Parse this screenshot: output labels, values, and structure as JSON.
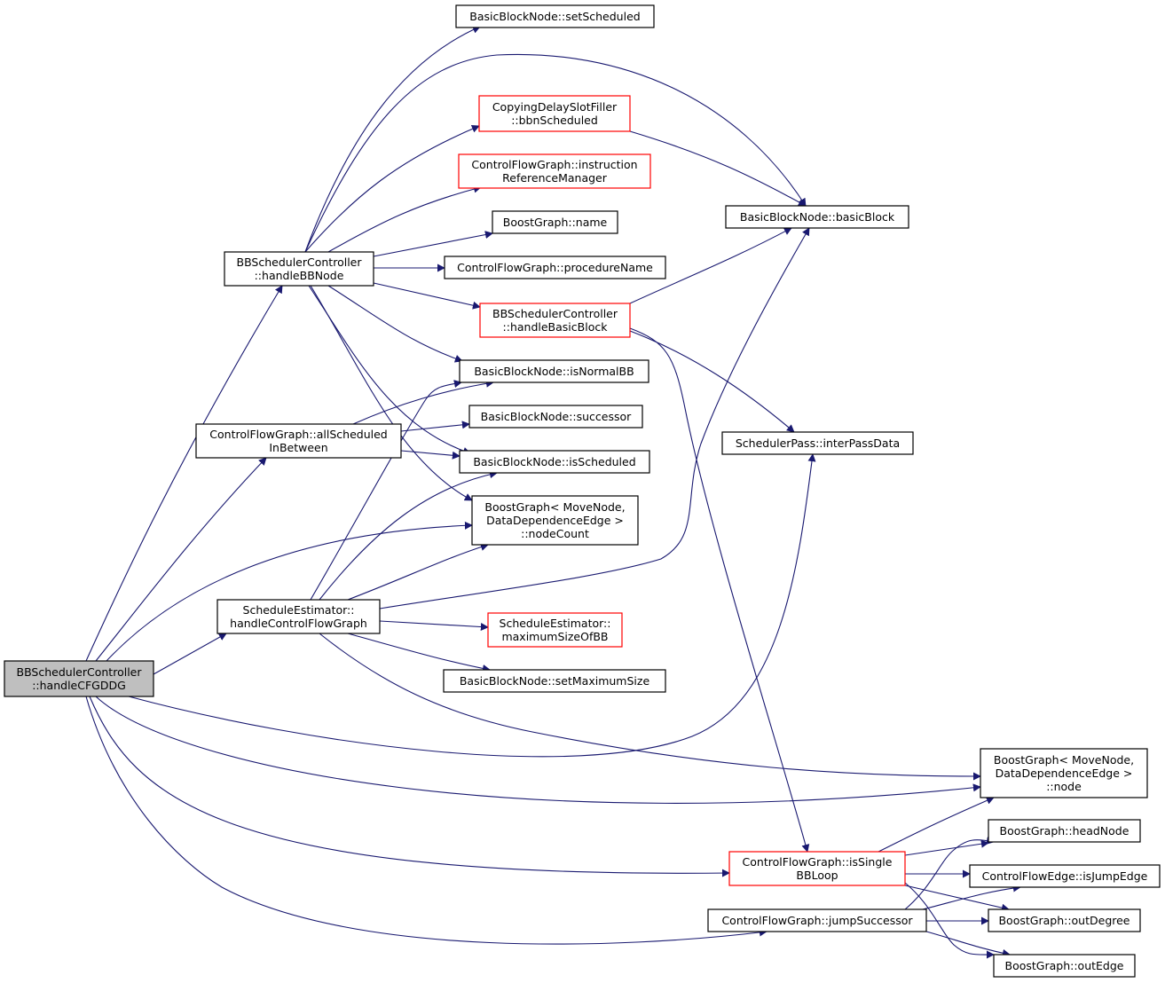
{
  "colors": {
    "edge": "#191970",
    "node_border": "#000000",
    "node_border_truncated": "#ff0000",
    "root_fill": "#bfbfbf"
  },
  "nodes": {
    "root": {
      "lines": [
        "BBSchedulerController",
        "::handleCFGDDG"
      ],
      "style": "root"
    },
    "handleBBNode": {
      "lines": [
        "BBSchedulerController",
        "::handleBBNode"
      ],
      "style": "black"
    },
    "allScheduledInBetween": {
      "lines": [
        "ControlFlowGraph::allScheduled",
        "InBetween"
      ],
      "style": "black"
    },
    "handleControlFlowGraph": {
      "lines": [
        "ScheduleEstimator::",
        "handleControlFlowGraph"
      ],
      "style": "black"
    },
    "setScheduled": {
      "lines": [
        "BasicBlockNode::setScheduled"
      ],
      "style": "black"
    },
    "bbnScheduled": {
      "lines": [
        "CopyingDelaySlotFiller",
        "::bbnScheduled"
      ],
      "style": "red"
    },
    "instructionReferenceManager": {
      "lines": [
        "ControlFlowGraph::instruction",
        "ReferenceManager"
      ],
      "style": "red"
    },
    "name": {
      "lines": [
        "BoostGraph::name"
      ],
      "style": "black"
    },
    "procedureName": {
      "lines": [
        "ControlFlowGraph::procedureName"
      ],
      "style": "black"
    },
    "handleBasicBlock": {
      "lines": [
        "BBSchedulerController",
        "::handleBasicBlock"
      ],
      "style": "red"
    },
    "isNormalBB": {
      "lines": [
        "BasicBlockNode::isNormalBB"
      ],
      "style": "black"
    },
    "successor": {
      "lines": [
        "BasicBlockNode::successor"
      ],
      "style": "black"
    },
    "isScheduled": {
      "lines": [
        "BasicBlockNode::isScheduled"
      ],
      "style": "black"
    },
    "nodeCount": {
      "lines": [
        "BoostGraph< MoveNode,",
        "DataDependenceEdge >",
        "::nodeCount"
      ],
      "style": "black"
    },
    "maximumSizeOfBB": {
      "lines": [
        "ScheduleEstimator::",
        "maximumSizeOfBB"
      ],
      "style": "red"
    },
    "setMaximumSize": {
      "lines": [
        "BasicBlockNode::setMaximumSize"
      ],
      "style": "black"
    },
    "basicBlock": {
      "lines": [
        "BasicBlockNode::basicBlock"
      ],
      "style": "black"
    },
    "interPassData": {
      "lines": [
        "SchedulerPass::interPassData"
      ],
      "style": "black"
    },
    "node": {
      "lines": [
        "BoostGraph< MoveNode,",
        "DataDependenceEdge >",
        "::node"
      ],
      "style": "black"
    },
    "isSingleBBLoop": {
      "lines": [
        "ControlFlowGraph::isSingle",
        "BBLoop"
      ],
      "style": "red"
    },
    "jumpSuccessor": {
      "lines": [
        "ControlFlowGraph::jumpSuccessor"
      ],
      "style": "black"
    },
    "headNode": {
      "lines": [
        "BoostGraph::headNode"
      ],
      "style": "black"
    },
    "isJumpEdge": {
      "lines": [
        "ControlFlowEdge::isJumpEdge"
      ],
      "style": "black"
    },
    "outDegree": {
      "lines": [
        "BoostGraph::outDegree"
      ],
      "style": "black"
    },
    "outEdge": {
      "lines": [
        "BoostGraph::outEdge"
      ],
      "style": "black"
    }
  },
  "edges": [
    [
      "root",
      "handleBBNode"
    ],
    [
      "root",
      "allScheduledInBetween"
    ],
    [
      "root",
      "handleControlFlowGraph"
    ],
    [
      "root",
      "nodeCount"
    ],
    [
      "root",
      "interPassData"
    ],
    [
      "root",
      "node"
    ],
    [
      "root",
      "isSingleBBLoop"
    ],
    [
      "root",
      "jumpSuccessor"
    ],
    [
      "handleBBNode",
      "setScheduled"
    ],
    [
      "handleBBNode",
      "basicBlock"
    ],
    [
      "handleBBNode",
      "bbnScheduled"
    ],
    [
      "handleBBNode",
      "instructionReferenceManager"
    ],
    [
      "handleBBNode",
      "name"
    ],
    [
      "handleBBNode",
      "procedureName"
    ],
    [
      "handleBBNode",
      "handleBasicBlock"
    ],
    [
      "handleBBNode",
      "isNormalBB"
    ],
    [
      "handleBBNode",
      "isScheduled"
    ],
    [
      "handleBBNode",
      "nodeCount"
    ],
    [
      "bbnScheduled",
      "basicBlock"
    ],
    [
      "handleBasicBlock",
      "basicBlock"
    ],
    [
      "handleBasicBlock",
      "interPassData"
    ],
    [
      "handleBasicBlock",
      "isSingleBBLoop"
    ],
    [
      "allScheduledInBetween",
      "isNormalBB"
    ],
    [
      "allScheduledInBetween",
      "successor"
    ],
    [
      "allScheduledInBetween",
      "isScheduled"
    ],
    [
      "handleControlFlowGraph",
      "isNormalBB"
    ],
    [
      "handleControlFlowGraph",
      "isScheduled"
    ],
    [
      "handleControlFlowGraph",
      "nodeCount"
    ],
    [
      "handleControlFlowGraph",
      "basicBlock"
    ],
    [
      "handleControlFlowGraph",
      "maximumSizeOfBB"
    ],
    [
      "handleControlFlowGraph",
      "setMaximumSize"
    ],
    [
      "handleControlFlowGraph",
      "node"
    ],
    [
      "isSingleBBLoop",
      "node"
    ],
    [
      "isSingleBBLoop",
      "headNode"
    ],
    [
      "isSingleBBLoop",
      "isJumpEdge"
    ],
    [
      "isSingleBBLoop",
      "outDegree"
    ],
    [
      "isSingleBBLoop",
      "outEdge"
    ],
    [
      "jumpSuccessor",
      "headNode"
    ],
    [
      "jumpSuccessor",
      "isJumpEdge"
    ],
    [
      "jumpSuccessor",
      "outDegree"
    ],
    [
      "jumpSuccessor",
      "outEdge"
    ]
  ]
}
